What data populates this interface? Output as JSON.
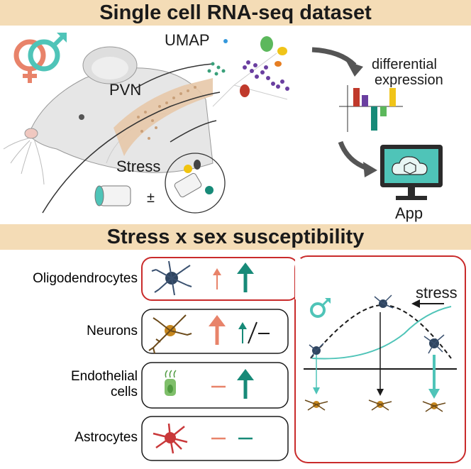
{
  "header_top": {
    "title": "Single cell RNA-seq dataset"
  },
  "header_bottom": {
    "title": "Stress x sex susceptibility"
  },
  "top_panel": {
    "umap_label": "UMAP",
    "pvn_label": "PVN",
    "stress_label": "Stress",
    "plus_minus": "±",
    "de_label_line1": "differential",
    "de_label_line2": "expression",
    "app_label": "App"
  },
  "cell_types": [
    {
      "line1": "Oligodendrocytes",
      "line2": ""
    },
    {
      "line1": "Neurons",
      "line2": ""
    },
    {
      "line1": "Endothelial",
      "line2": "cells"
    },
    {
      "line1": "Astrocytes",
      "line2": ""
    }
  ],
  "model": {
    "stress_label": "stress"
  },
  "colors": {
    "female": "#e8836a",
    "male": "#178a78",
    "teal_curve": "#4fc4b8",
    "header_band": "#f4dcb6",
    "red_border": "#c92b2b"
  },
  "icons": [
    "female-symbol-icon",
    "male-symbol-icon",
    "mouse-head-icon",
    "monitor-icon",
    "cloud-icon",
    "up-arrow-icon",
    "dash-icon",
    "oligodendrocyte-icon",
    "neuron-icon",
    "endothelial-cell-icon",
    "astrocyte-icon"
  ]
}
